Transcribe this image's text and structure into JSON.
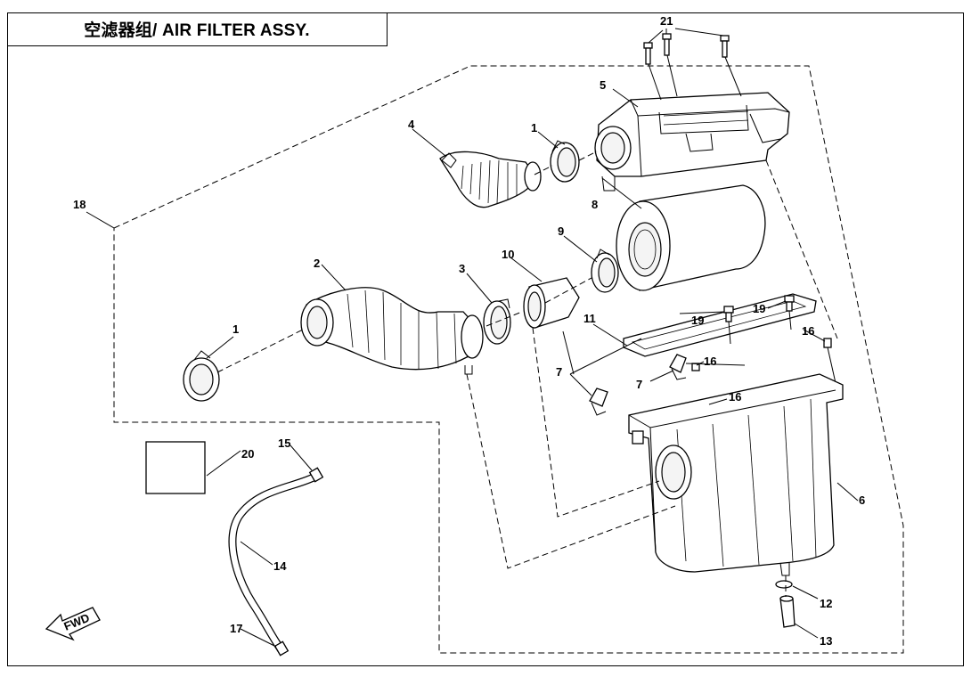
{
  "header": {
    "title": "空滤器组/ AIR FILTER ASSY."
  },
  "callouts": {
    "c1a": "1",
    "c1b": "1",
    "c2": "2",
    "c3": "3",
    "c4": "4",
    "c5": "5",
    "c6": "6",
    "c7a": "7",
    "c7b": "7",
    "c8": "8",
    "c9": "9",
    "c10": "10",
    "c11": "11",
    "c12": "12",
    "c13": "13",
    "c14": "14",
    "c15": "15",
    "c16a": "16",
    "c16b": "16",
    "c16c": "16",
    "c17": "17",
    "c18": "18",
    "c19a": "19",
    "c19b": "19",
    "c20": "20",
    "c21": "21"
  },
  "direction_arrow": {
    "label": "FWD"
  }
}
